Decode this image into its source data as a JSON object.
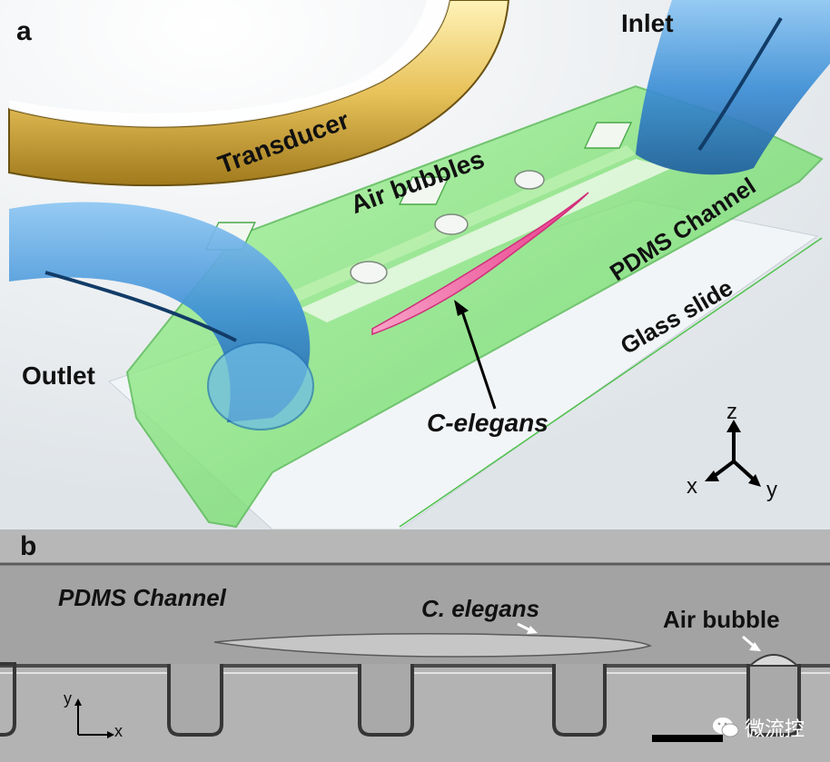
{
  "panel_a": {
    "letter": "a",
    "labels": {
      "inlet": "Inlet",
      "transducer": "Transducer",
      "air_bubbles": "Air bubbles",
      "pdms_channel": "PDMS Channel",
      "glass_slide": "Glass slide",
      "outlet": "Outlet",
      "c_elegans": "C-elegans"
    },
    "axes": {
      "z": "z",
      "x": "x",
      "y": "y"
    }
  },
  "panel_b": {
    "letter": "b",
    "labels": {
      "pdms_channel": "PDMS  Channel",
      "c_elegans": "C. elegans",
      "air_bubble": "Air bubble"
    },
    "axes": {
      "y": "y",
      "x": "x"
    }
  },
  "watermark": {
    "text": "微流控",
    "icon": "wechat-icon"
  },
  "colors": {
    "transducer_gold": "#e8c25a",
    "pdms_green": "#7fe07a",
    "tube_blue": "#3d8fd6",
    "worm_pink": "#f0559a"
  }
}
